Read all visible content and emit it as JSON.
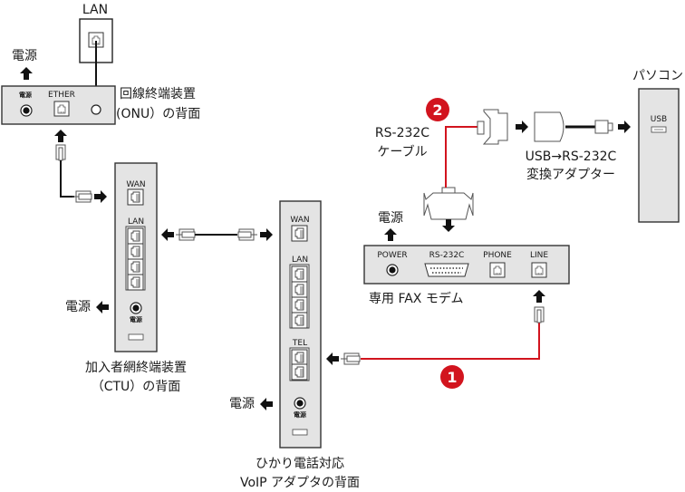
{
  "wall_jack": {
    "label": "LAN"
  },
  "onu": {
    "title_line1": "回線終端装置",
    "title_line2": "(ONU）の背面",
    "power_label": "電源",
    "ether_label": "ETHER",
    "power_arrow_label": "電源"
  },
  "ctu": {
    "title_line1": "加入者網終端装置",
    "title_line2": "（CTU）の背面",
    "wan_label": "WAN",
    "lan_label": "LAN",
    "power_label": "電源",
    "power_arrow_label": "電源"
  },
  "voip": {
    "title_line1": "ひかり電話対応",
    "title_line2": "VoIP アダプタの背面",
    "wan_label": "WAN",
    "lan_label": "LAN",
    "tel_label": "TEL",
    "power_label": "電源",
    "power_arrow_label": "電源"
  },
  "fax_modem": {
    "title": "専用 FAX モデム",
    "power_port_label": "POWER",
    "rs232c_port_label": "RS-232C",
    "phone_port_label": "PHONE",
    "line_port_label": "LINE",
    "power_arrow_label": "電源"
  },
  "rs232c_cable": {
    "label_line1": "RS-232C",
    "label_line2": "ケーブル"
  },
  "usb_adapter": {
    "label_line1": "USB→RS-232C",
    "label_line2": "変換アダプター"
  },
  "pc": {
    "title": "パソコン",
    "usb_label": "USB"
  },
  "badges": [
    {
      "number": "1",
      "color": "#d2141e"
    },
    {
      "number": "2",
      "color": "#d2141e"
    }
  ],
  "colors": {
    "highlight_cable": "#d2141e",
    "device_fill": "#e4e4e4"
  }
}
